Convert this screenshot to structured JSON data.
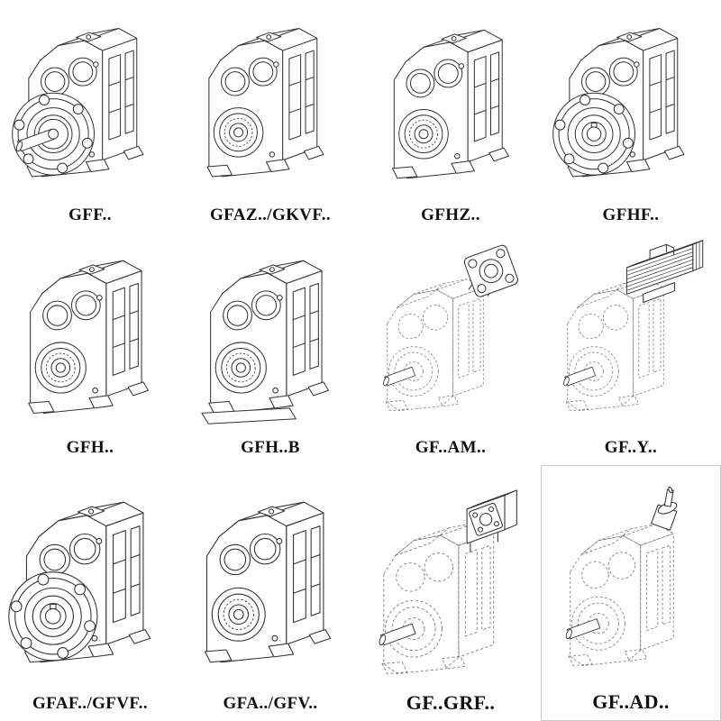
{
  "page": {
    "background": "#ffffff",
    "line_color": "#333333",
    "phantom_line_color": "#7a7a7a"
  },
  "cells": [
    {
      "label": "GFF..",
      "drawing": "gearbox-flange-shaft-drawing"
    },
    {
      "label": "GFAZ../GKVF..",
      "drawing": "gearbox-face-drawing"
    },
    {
      "label": "GFHZ..",
      "drawing": "gearbox-face-drawing"
    },
    {
      "label": "GFHF..",
      "drawing": "gearbox-flange-hollow-drawing"
    },
    {
      "label": "GFH..",
      "drawing": "gearbox-face-drawing"
    },
    {
      "label": "GFH..B",
      "drawing": "gearbox-face-base-drawing"
    },
    {
      "label": "GF..AM..",
      "drawing": "gearbox-phantom-iec-adapter-drawing"
    },
    {
      "label": "GF..Y..",
      "drawing": "gearbox-phantom-motor-drawing"
    },
    {
      "label": "GFAF../GFVF..",
      "drawing": "gearbox-flange-hollow-drawing"
    },
    {
      "label": "GFA../GFV..",
      "drawing": "gearbox-face-drawing"
    },
    {
      "label": "GF..GRF..",
      "drawing": "gearbox-phantom-adapter-drawing"
    },
    {
      "label": "GF..AD..",
      "drawing": "gearbox-phantom-input-shaft-drawing"
    }
  ]
}
